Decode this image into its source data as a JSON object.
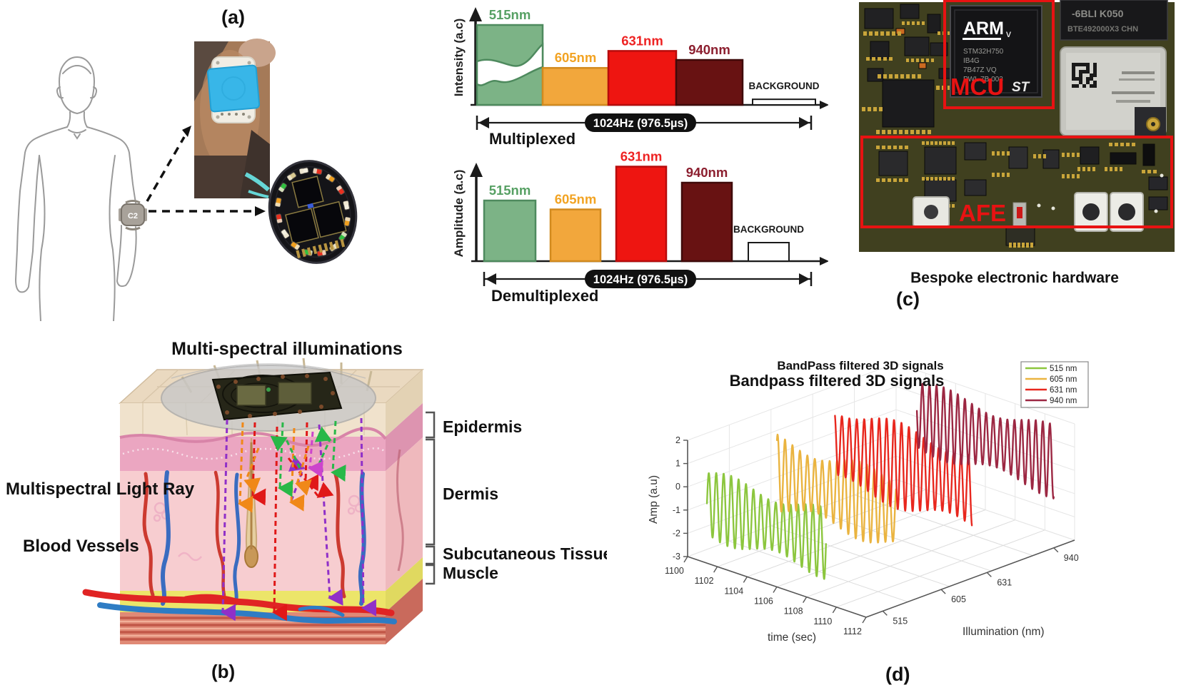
{
  "figure": {
    "panel_a_label": "(a)",
    "panel_b_label": "(b)",
    "panel_c_label": "(c)",
    "panel_d_label": "(d)"
  },
  "panel_a": {
    "device_label": "C2"
  },
  "panel_b": {
    "top_label": "Multi-spectral illuminations",
    "left_label_1": "Multispectral Light Ray",
    "left_label_2": "Blood Vessels",
    "layer_labels": [
      "Epidermis",
      "Dermis",
      "Subcutaneous Tissue",
      "Muscle"
    ]
  },
  "panel_c": {
    "caption": "Bespoke electronic hardware",
    "mcu_box_label": "MCU",
    "afe_box_label": "AFE",
    "chip_brand": "ARM",
    "chip_brand_suffix": "v",
    "chip_lines": [
      "STM32H750",
      "IB4G",
      "7B47Z VQ",
      "PWL 7B 003"
    ],
    "st_logo": "ST",
    "radio_chip_line_1": "-6BLI   K050",
    "radio_chip_line_2": "BTE492000X3 CHN"
  },
  "chart_data": [
    {
      "id": "multiplexed",
      "type": "bar",
      "title": "Multiplexed",
      "ylabel": "Intensity  (a.c)",
      "x_annotation": "1024Hz  (976.5µs)",
      "categories": [
        "515nm",
        "605nm",
        "631nm",
        "940nm",
        "BACKGROUND"
      ],
      "values": [
        4.0,
        1.85,
        2.7,
        2.25,
        0.28
      ],
      "axis_break_on_first_bar": true,
      "bar_colors": [
        "#7cb386",
        "#f2a73c",
        "#ee1511",
        "#681212",
        "#ffffff"
      ],
      "bar_borders": [
        "#4e8a5e",
        "#d28a1e",
        "#b80c0c",
        "#3f0a0a",
        "#1a1a1a"
      ],
      "label_colors": [
        "#56a063",
        "#f2a322",
        "#ee2222",
        "#8c1f2f",
        "#1a1a1a"
      ]
    },
    {
      "id": "demultiplexed",
      "type": "bar",
      "title": "Demultiplexed",
      "ylabel": "Amplitude  (a.c)",
      "x_annotation": "1024Hz  (976.5µs)",
      "categories": [
        "515nm",
        "605nm",
        "631nm",
        "940nm",
        "BACKGROUND"
      ],
      "values": [
        1.7,
        1.45,
        2.65,
        2.2,
        0.52
      ],
      "axis_break_on_first_bar": false,
      "bar_colors": [
        "#7cb386",
        "#f2a73c",
        "#ee1511",
        "#681212",
        "#ffffff"
      ],
      "bar_borders": [
        "#4e8a5e",
        "#d28a1e",
        "#b80c0c",
        "#3f0a0a",
        "#1a1a1a"
      ],
      "label_colors": [
        "#56a063",
        "#f2a322",
        "#ee2222",
        "#8c1f2f",
        "#1a1a1a"
      ]
    },
    {
      "id": "bandpass_3d",
      "type": "line",
      "projection": "3d",
      "title": "Bandpass filtered 3D signals",
      "overlay_title": "BandPass filtered 3D signals",
      "xlabel": "time (sec)",
      "ylabel": "Illumination (nm)",
      "zlabel": "Amp (a.u)",
      "x_ticks": [
        1100,
        1102,
        1104,
        1106,
        1108,
        1110,
        1112
      ],
      "x_range": [
        1100,
        1112
      ],
      "y_tick_labels": [
        "515",
        "605",
        "631",
        "940"
      ],
      "y_tick_positions": [
        0.08,
        0.36,
        0.58,
        0.9
      ],
      "z_ticks": [
        2,
        1,
        0,
        -1,
        -2,
        -3
      ],
      "z_range": [
        -3,
        2
      ],
      "grid": true,
      "legend": [
        "515 nm",
        "605 nm",
        "631 nm",
        "940 nm"
      ],
      "legend_position": "top-right",
      "series": [
        {
          "name": "515 nm",
          "color": "#8cc63e",
          "u": 0.05,
          "t_start": 1100.6,
          "t_end": 1108.6,
          "offset": -0.75,
          "amplitude": 1.55,
          "freq_hz": 2.0
        },
        {
          "name": "605 nm",
          "color": "#eab440",
          "u": 0.3,
          "t_start": 1101.8,
          "t_end": 1109.8,
          "offset": 0.0,
          "amplitude": 1.7,
          "freq_hz": 2.0
        },
        {
          "name": "631 nm",
          "color": "#e8271e",
          "u": 0.55,
          "t_start": 1102.2,
          "t_end": 1111.4,
          "offset": 0.5,
          "amplitude": 1.9,
          "freq_hz": 2.0
        },
        {
          "name": "940 nm",
          "color": "#9c2742",
          "u": 0.9,
          "t_start": 1102.8,
          "t_end": 1112.0,
          "offset": 0.7,
          "amplitude": 1.6,
          "freq_hz": 2.1
        }
      ]
    }
  ]
}
